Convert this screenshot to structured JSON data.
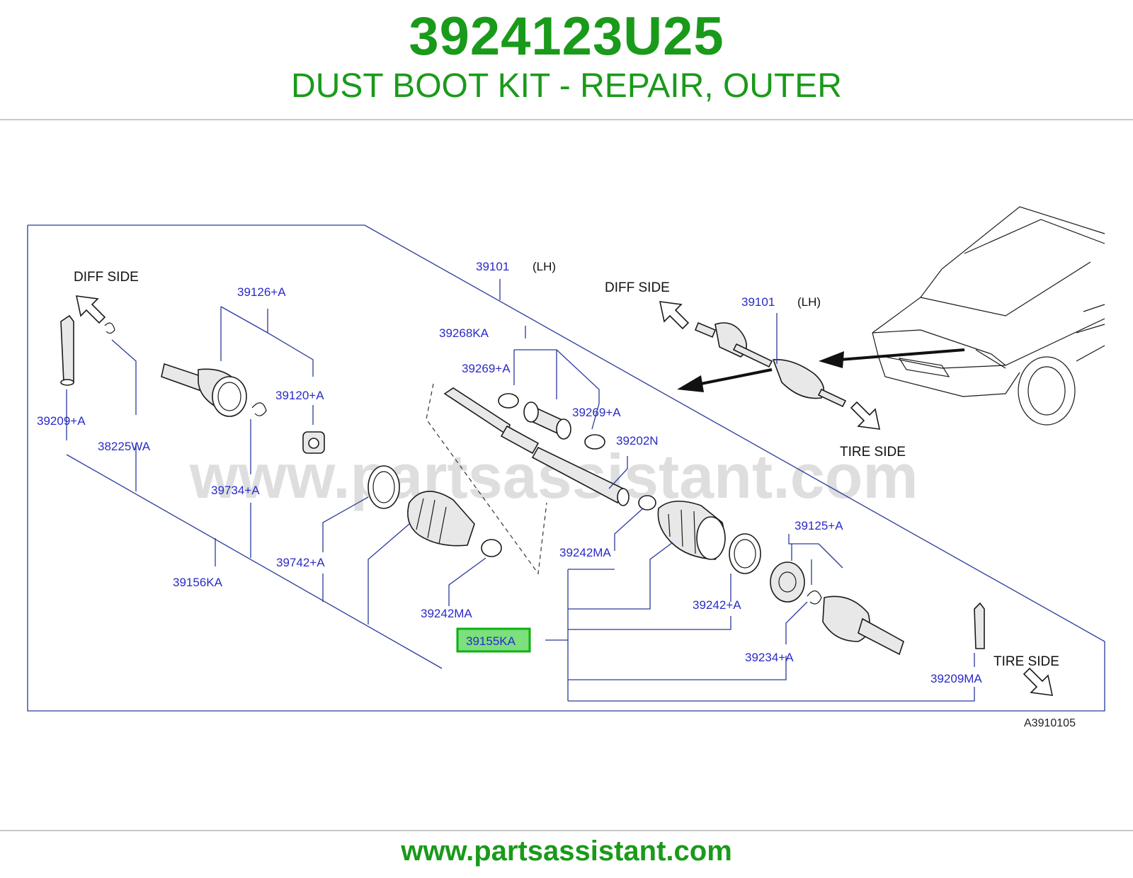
{
  "header": {
    "part_number": "3924123U25",
    "description": "DUST BOOT KIT - REPAIR, OUTER"
  },
  "footer": {
    "url": "www.partsassistant.com"
  },
  "diagram": {
    "watermark": "www.partsassistant.com",
    "figure_code": "A3910105",
    "side_labels": {
      "diff_left": "DIFF   SIDE",
      "diff_right": "DIFF   SIDE",
      "tire_upper": "TIRE   SIDE",
      "tire_lower": "TIRE   SIDE"
    },
    "lh_label": "(LH)",
    "highlighted_part": "39155KA",
    "callouts": [
      "39101",
      "39101",
      "39126+A",
      "39120+A",
      "39209+A",
      "38225WA",
      "39734+A",
      "39156KA",
      "39742+A",
      "39242MA",
      "39268KA",
      "39269+A",
      "39269+A",
      "39202N",
      "39242MA",
      "39242+A",
      "39125+A",
      "39234+A",
      "39209MA",
      "39155KA"
    ],
    "colors": {
      "brand_green": "#1a9a1a",
      "callout_blue": "#2a2ac8",
      "highlight_fill": "#7ce07c"
    }
  }
}
